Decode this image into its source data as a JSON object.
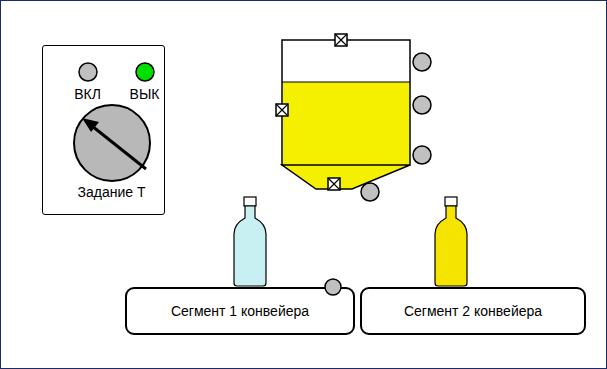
{
  "diagram": {
    "nodes": [
      {
        "text": [
          "ВКЛ",
          "ВЫК",
          "Задание Т"
        ]
      },
      {
        "text": [
          "Сегмент 1 конвейера"
        ]
      },
      {
        "text": [
          "Сегмент 2 конвейера"
        ]
      }
    ]
  }
}
